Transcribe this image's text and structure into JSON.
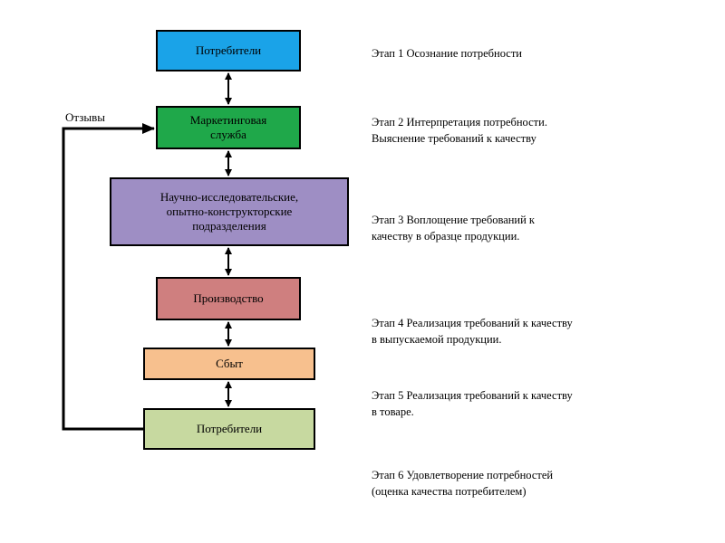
{
  "nodes": [
    {
      "label": "Потребители",
      "color": "#1aa3e8"
    },
    {
      "label": "Маркетинговая\nслужба",
      "color": "#1fa84a"
    },
    {
      "label": "Научно-исследовательские,\nопытно-конструкторские\nподразделения",
      "color": "#9e8ec4"
    },
    {
      "label": "Производство",
      "color": "#cf7f7f"
    },
    {
      "label": "Сбыт",
      "color": "#f7c08e"
    },
    {
      "label": "Потребители",
      "color": "#c7d9a0"
    }
  ],
  "stages": [
    "Этап 1 Осознание потребности",
    "Этап 2 Интерпретация потребности.\nВыяснение требований к качеству",
    "Этап 3 Воплощение требований к\nкачеству в образце продукции.",
    "Этап 4 Реализация требований к качеству\nв выпускаемой продукции.",
    "Этап 5 Реализация требований к качеству\nв товаре.",
    "Этап 6 Удовлетворение потребностей\n(оценка качества потребителем)"
  ],
  "feedback": {
    "label": "Отзывы"
  }
}
